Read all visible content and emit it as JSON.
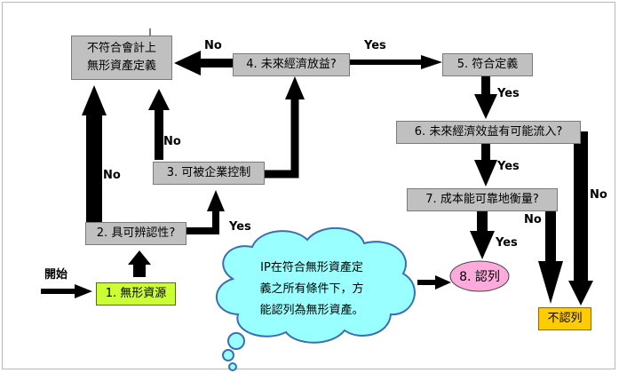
{
  "nodes": {
    "not_match": [
      "不符合會計上",
      "無形資產定義"
    ],
    "q4": "4. 未來經濟放益?",
    "s5": "5. 符合定義",
    "q6": "6. 未來經濟效益有可能流入?",
    "q3": "3. 可被企業控制",
    "q7": "7. 成本能可靠地衡量?",
    "q2": "2. 具可辨認性?",
    "start_node": "1. 無形資源",
    "recognize": "8. 認列",
    "not_recognize": "不認列"
  },
  "labels": {
    "start": "開始",
    "no_q4": "No",
    "yes_q4": "Yes",
    "yes_s5": "Yes",
    "no_q3": "No",
    "yes_q6": "Yes",
    "no_q2": "No",
    "yes_q2": "Yes",
    "no_q7": "No",
    "no_q6": "No",
    "yes_q7": "Yes"
  },
  "note": {
    "lines": [
      "IP在符合無形資產定",
      "義之所有條件下，方",
      "能認列為無形資產。"
    ]
  },
  "colors": {
    "box_gray": "#c0c0c0",
    "start_green": "#ccff33",
    "not_recognize_yellow": "#ffcc00",
    "recognize_pink": "#ffaadd",
    "cloud_blue": "#99ffff",
    "arrow_black": "#000000"
  }
}
